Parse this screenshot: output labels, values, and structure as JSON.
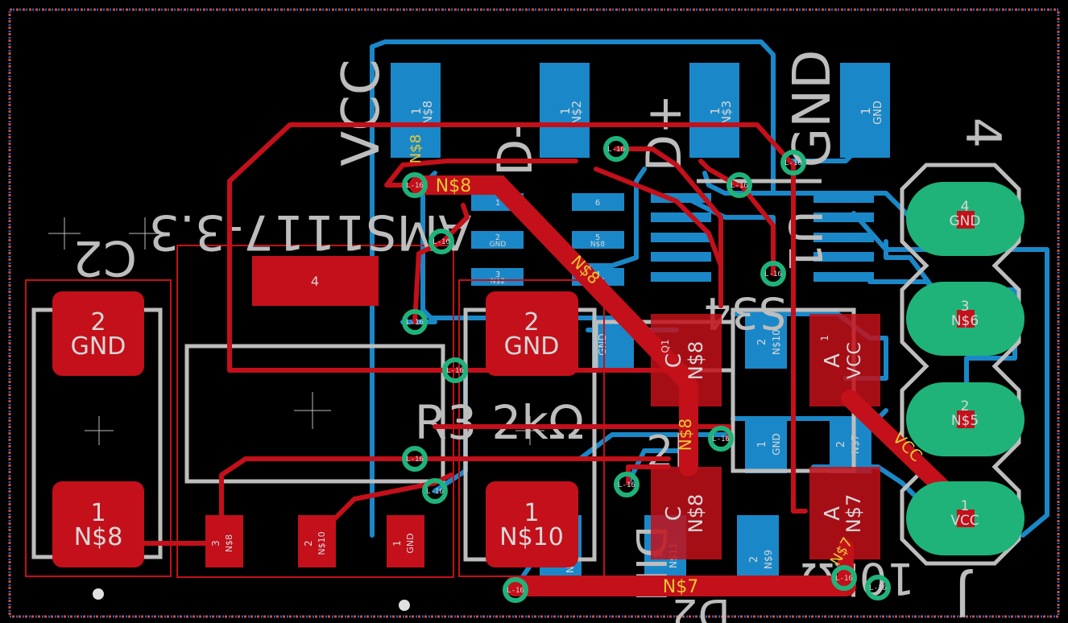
{
  "colors": {
    "background": "#000000",
    "board_outline": "#c8504a",
    "board_outline_dots": "#3a5db0",
    "top_copper": "#c3101a",
    "bottom_copper": "#1a88c8",
    "silkscreen": "#bdbdbd",
    "via": "#1fb37a",
    "net_label": "#e8c834",
    "pad_label": "#d8d8d8"
  },
  "silk_labels": {
    "vcc": "VCC",
    "d_minus": "D-",
    "d_plus": "D+",
    "gnd": "GND",
    "ams": "AMS1117-3.3",
    "c2": "C2",
    "r3": "R3 2kΩ",
    "u1": "U1",
    "s34": "S34",
    "ldo_ref": "2k",
    "r_value": "10kΩ",
    "j_ref": "J",
    "four": "4",
    "din": "DIN",
    "d2": "D2"
  },
  "connector": {
    "pins": [
      {
        "num": "4",
        "net": "GND"
      },
      {
        "num": "3",
        "net": "N$6"
      },
      {
        "num": "2",
        "net": "N$5"
      },
      {
        "num": "1",
        "net": "VCC"
      }
    ]
  },
  "c2_pads": [
    {
      "num": "2",
      "net": "GND"
    },
    {
      "num": "1",
      "net": "N$8"
    }
  ],
  "cap_pads": [
    {
      "num": "2",
      "net": "GND"
    },
    {
      "num": "1",
      "net": "N$10"
    }
  ],
  "regulator": {
    "tab": "4",
    "pins": [
      {
        "num": "3",
        "net": "N$8"
      },
      {
        "num": "2",
        "net": "N$10"
      },
      {
        "num": "1",
        "net": "GND"
      }
    ]
  },
  "top_pads_bottom_layer": [
    {
      "num": "1",
      "net": "N$8"
    },
    {
      "num": "1",
      "net": "N$2"
    },
    {
      "num": "1",
      "net": "N$3"
    },
    {
      "num": "1",
      "net": "GND"
    }
  ],
  "small_ic_pads": [
    {
      "num": "1",
      "net": ""
    },
    {
      "num": "2",
      "net": "GND"
    },
    {
      "num": "3",
      "net": "N$2"
    },
    {
      "num": "6",
      "net": ""
    },
    {
      "num": "5",
      "net": "N$8"
    },
    {
      "num": "4",
      "net": "N$3"
    }
  ],
  "smd_right": [
    {
      "num": "2",
      "net": "N$10"
    },
    {
      "num": "1",
      "net": "GND"
    },
    {
      "num": "2",
      "net": "N$7"
    },
    {
      "num": "1",
      "net": "N$11"
    },
    {
      "num": "2",
      "net": "N$9"
    },
    {
      "num": "1",
      "net": "GND"
    },
    {
      "num": "2",
      "net": "N$8"
    }
  ],
  "red_smd": [
    {
      "name": "C",
      "sub": "Q1",
      "net": "N$8"
    },
    {
      "name": "A",
      "sub": "1",
      "net": "VCC"
    },
    {
      "name": "C",
      "sub": "",
      "net": "N$8"
    },
    {
      "name": "A",
      "sub": "",
      "net": "N$7"
    }
  ],
  "net_labels": {
    "n8_top": "N$8",
    "n8_diag": "N$8",
    "n8_mid": "N$8",
    "vcc_diag": "VCC",
    "n7_bottom": "N$7",
    "n7_small": "N$7"
  },
  "via_label": "L-16"
}
